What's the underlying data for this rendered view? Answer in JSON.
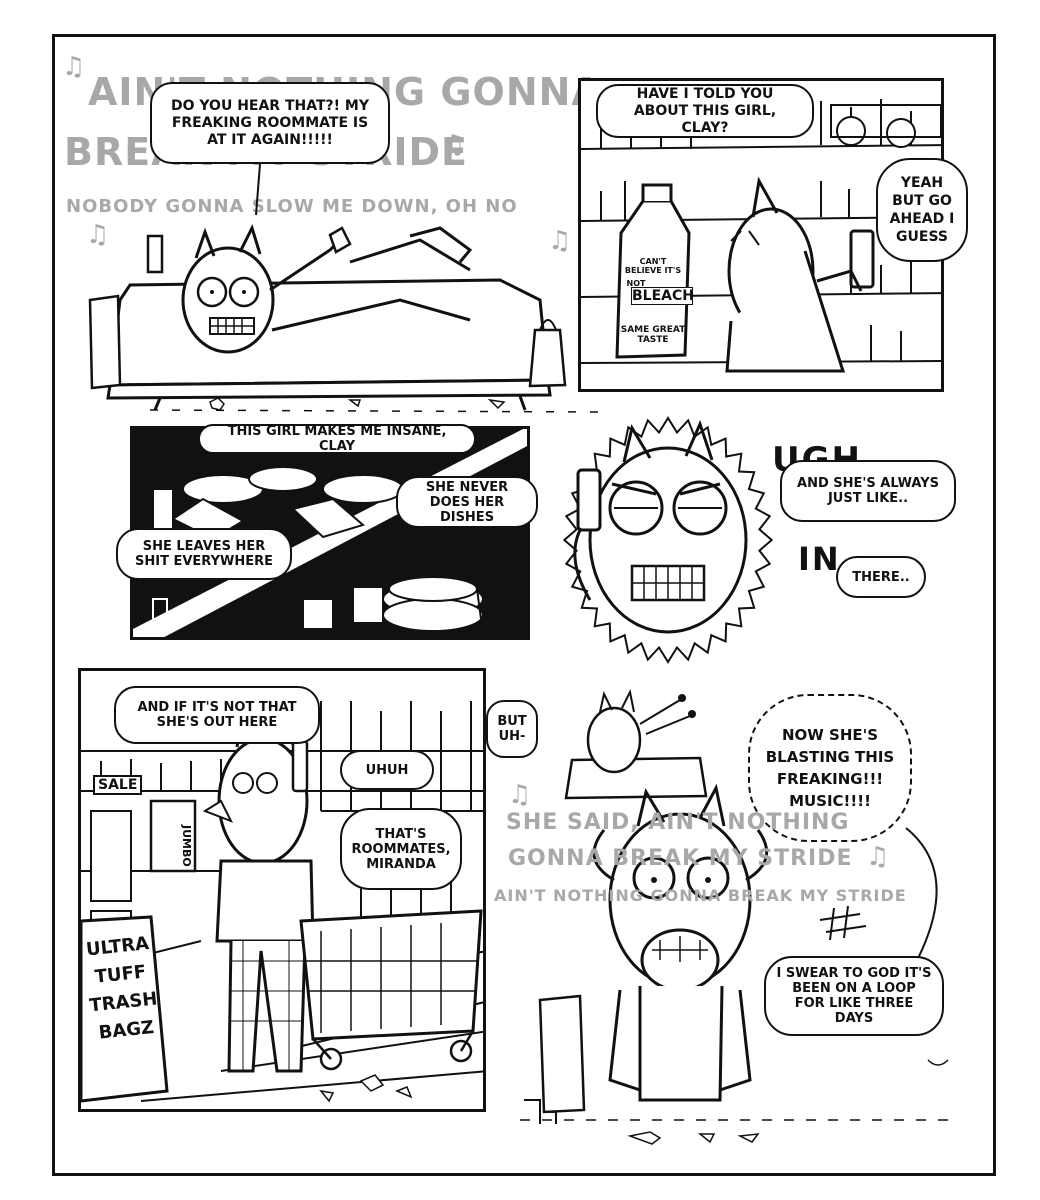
{
  "page": {
    "ink": "#111111",
    "lyric_color": "#a8a8a8",
    "paper": "#ffffff"
  },
  "panel1": {
    "lyric_line1": "AIN'T NOTHING GONNA",
    "lyric_line2": "BREAK MY STRIDE",
    "lyric_line3": "NOBODY GONNA SLOW ME DOWN, OH NO",
    "speech": "DO YOU HEAR THAT?! MY FREAKING ROOMMATE IS AT IT AGAIN!!!!!"
  },
  "panel2": {
    "speech_left": "HAVE I TOLD YOU ABOUT THIS GIRL, CLAY?",
    "speech_right": "YEAH BUT GO AHEAD I GUESS",
    "product_line1": "CAN'T BELIEVE IT'S",
    "product_line2": "NOT",
    "product_brand": "BLEACH",
    "product_tagline": "SAME GREAT TASTE"
  },
  "panel3": {
    "speech_top": "THIS GIRL MAKES ME INSANE, CLAY",
    "speech_right": "SHE NEVER DOES HER DISHES",
    "speech_left": "SHE LEAVES HER SHIT EVERYWHERE"
  },
  "panel4": {
    "sfx_ugh": "UGH",
    "speech_top": "AND SHE'S ALWAYS JUST LIKE..",
    "sfx_in": "IN",
    "speech_bottom": "THERE.."
  },
  "panel5": {
    "speech_top": "AND IF IT'S NOT THAT SHE'S OUT HERE",
    "speech_but": "BUT UH-",
    "speech_uhuh": "UHUH",
    "speech_middle": "THAT'S ROOMMATES, MIRANDA",
    "sign_sale": "SALE",
    "box_label": "JUMBO",
    "sign_trash": "ULTRA TUFF TRASH BAGZ"
  },
  "panel6": {
    "speech_top": "NOW SHE'S BLASTING THIS FREAKING!!! MUSIC!!!!",
    "lyric_line1": "SHE SAID, AIN'T NOTHING",
    "lyric_line2": "GONNA BREAK MY STRIDE",
    "lyric_line3": "AIN'T NOTHING GONNA BREAK MY STRIDE",
    "speech_bottom": "I SWEAR TO GOD IT'S BEEN ON A LOOP FOR LIKE THREE DAYS"
  }
}
